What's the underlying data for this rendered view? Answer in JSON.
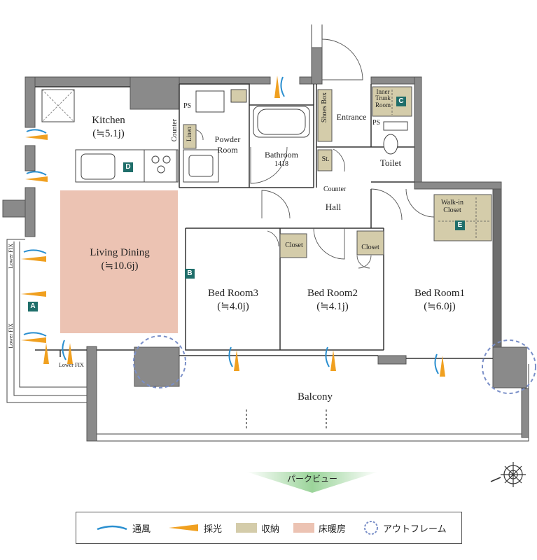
{
  "colors": {
    "wall": "#8a8a8a",
    "wall_dark": "#7a7a7a",
    "floor_heating": "#ecc3b3",
    "storage": "#d4ccaa",
    "tag": "#1f6e6a",
    "wind": "#2a8fd0",
    "light": "#f0a020",
    "outframe": "#7a8fc8"
  },
  "rooms": {
    "kitchen": {
      "name": "Kitchen",
      "size": "(≒5.1j)"
    },
    "living": {
      "name": "Living Dining",
      "size": "(≒10.6j)"
    },
    "powder": {
      "name": "Powder\nRoom"
    },
    "bathroom": {
      "name": "Bathroom",
      "size": "1418"
    },
    "entrance": {
      "name": "Entrance"
    },
    "toilet": {
      "name": "Toilet"
    },
    "hall": {
      "name": "Hall"
    },
    "bed3": {
      "name": "Bed Room3",
      "size": "(≒4.0j)"
    },
    "bed2": {
      "name": "Bed Room2",
      "size": "(≒4.1j)"
    },
    "bed1": {
      "name": "Bed Room1",
      "size": "(≒6.0j)"
    },
    "balcony": {
      "name": "Balcony"
    }
  },
  "fixtures": {
    "ps1": "PS",
    "ps2": "PS",
    "counter1": "Counter",
    "counter2": "Counter",
    "linen": "Linen",
    "shoes_box": "Shoes Box",
    "st": "St.",
    "inner_trunk": "Inner\nTrunk\nRoom",
    "walk_in": "Walk-in\nCloset",
    "closet3": "Closet",
    "closet2": "Closet",
    "lower_fix1": "Lower FIX",
    "lower_fix2": "Lower FIX",
    "lower_fix3": "Lower FIX"
  },
  "tags": {
    "a": "A",
    "b": "B",
    "c": "C",
    "d": "D",
    "e": "E"
  },
  "park_view": "パークビュー",
  "legend": [
    {
      "icon": "wind-icon",
      "label": "通風"
    },
    {
      "icon": "light-icon",
      "label": "採光"
    },
    {
      "icon": "storage-swatch",
      "label": "収納"
    },
    {
      "icon": "floor-heating-swatch",
      "label": "床暖房"
    },
    {
      "icon": "outframe-icon",
      "label": "アウトフレーム"
    }
  ]
}
